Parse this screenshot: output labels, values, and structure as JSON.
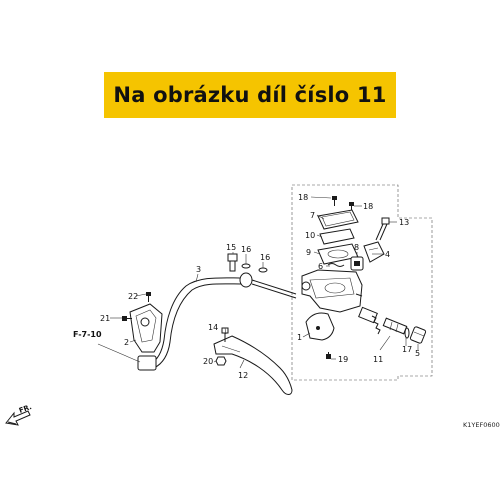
{
  "banner": {
    "text": "Na obrázku díl číslo 11",
    "background": "#f5c400"
  },
  "diagram": {
    "code": "K1YEF0600",
    "direction": "FR.",
    "references": {
      "left": "F-7-10"
    },
    "parts": [
      {
        "id": "p1",
        "number": "1"
      },
      {
        "id": "p2",
        "number": "2"
      },
      {
        "id": "p3",
        "number": "3"
      },
      {
        "id": "p4",
        "number": "4"
      },
      {
        "id": "p5",
        "number": "5"
      },
      {
        "id": "p6",
        "number": "6"
      },
      {
        "id": "p7",
        "number": "7"
      },
      {
        "id": "p8",
        "number": "8"
      },
      {
        "id": "p9",
        "number": "9"
      },
      {
        "id": "p10",
        "number": "10"
      },
      {
        "id": "p11",
        "number": "11"
      },
      {
        "id": "p12",
        "number": "12"
      },
      {
        "id": "p13",
        "number": "13"
      },
      {
        "id": "p14",
        "number": "14"
      },
      {
        "id": "p15",
        "number": "15"
      },
      {
        "id": "p16a",
        "number": "16"
      },
      {
        "id": "p16b",
        "number": "16"
      },
      {
        "id": "p17",
        "number": "17"
      },
      {
        "id": "p18a",
        "number": "18"
      },
      {
        "id": "p18b",
        "number": "18"
      },
      {
        "id": "p19",
        "number": "19"
      },
      {
        "id": "p20",
        "number": "20"
      },
      {
        "id": "p21",
        "number": "21"
      },
      {
        "id": "p22",
        "number": "22"
      }
    ]
  }
}
